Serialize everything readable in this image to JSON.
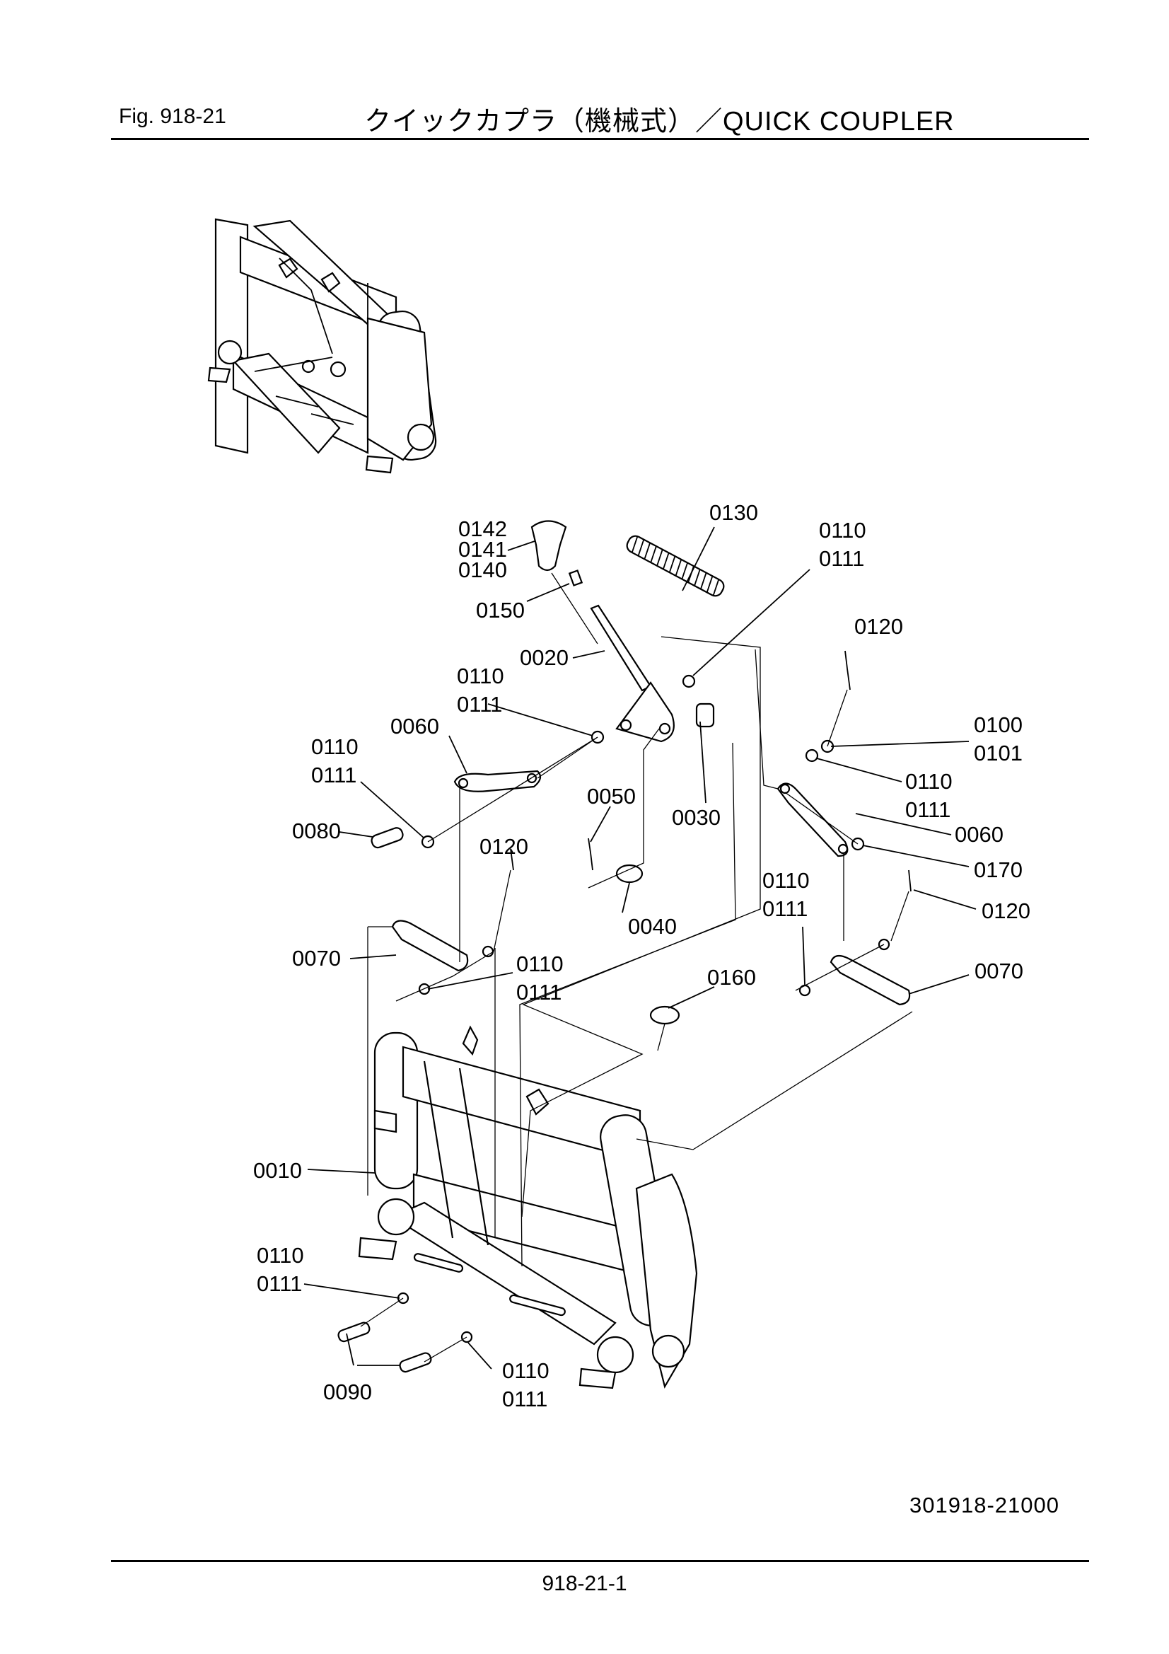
{
  "header": {
    "fig_label": "Fig. 918-21",
    "title": "クイックカプラ（機械式）／QUICK COUPLER"
  },
  "callouts": [
    {
      "id": "c0142",
      "text": "0142"
    },
    {
      "id": "c0141",
      "text": "0141"
    },
    {
      "id": "c0140",
      "text": "0140"
    },
    {
      "id": "c0130",
      "text": "0130"
    },
    {
      "id": "c0110a",
      "text": "0110"
    },
    {
      "id": "c0111a",
      "text": "0111"
    },
    {
      "id": "c0150",
      "text": "0150"
    },
    {
      "id": "c0020",
      "text": "0020"
    },
    {
      "id": "c0120a",
      "text": "0120"
    },
    {
      "id": "c0110b",
      "text": "0110"
    },
    {
      "id": "c0111b",
      "text": "0111"
    },
    {
      "id": "c0060a",
      "text": "0060"
    },
    {
      "id": "c0100",
      "text": "0100"
    },
    {
      "id": "c0101",
      "text": "0101"
    },
    {
      "id": "c0110c",
      "text": "0110"
    },
    {
      "id": "c0111c",
      "text": "0111"
    },
    {
      "id": "c0050",
      "text": "0050"
    },
    {
      "id": "c0110d",
      "text": "0110"
    },
    {
      "id": "c0111d",
      "text": "0111"
    },
    {
      "id": "c0030",
      "text": "0030"
    },
    {
      "id": "c0060b",
      "text": "0060"
    },
    {
      "id": "c0080",
      "text": "0080"
    },
    {
      "id": "c0120b",
      "text": "0120"
    },
    {
      "id": "c0170",
      "text": "0170"
    },
    {
      "id": "c0110e",
      "text": "0110"
    },
    {
      "id": "c0111e",
      "text": "0111"
    },
    {
      "id": "c0120c",
      "text": "0120"
    },
    {
      "id": "c0040",
      "text": "0040"
    },
    {
      "id": "c0070a",
      "text": "0070"
    },
    {
      "id": "c0110f",
      "text": "0110"
    },
    {
      "id": "c0111f",
      "text": "0111"
    },
    {
      "id": "c0160",
      "text": "0160"
    },
    {
      "id": "c0070b",
      "text": "0070"
    },
    {
      "id": "c0010",
      "text": "0010"
    },
    {
      "id": "c0110g",
      "text": "0110"
    },
    {
      "id": "c0111g",
      "text": "0111"
    },
    {
      "id": "c0090",
      "text": "0090"
    },
    {
      "id": "c0110h",
      "text": "0110"
    },
    {
      "id": "c0111h",
      "text": "0111"
    }
  ],
  "footer": {
    "drawing_number": "301918-21000",
    "page_number": "918-21-1"
  }
}
